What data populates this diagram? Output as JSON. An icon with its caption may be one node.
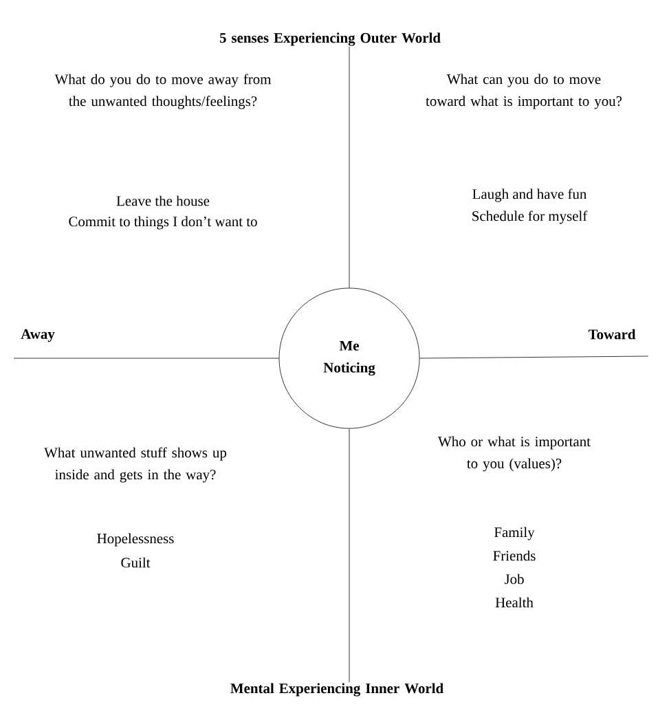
{
  "diagram": {
    "nodes": [
      {
        "text": [
          "5 senses Experiencing Outer World"
        ]
      },
      {
        "text": [
          "Away"
        ]
      },
      {
        "text": [
          "Me Noticing"
        ]
      },
      {
        "text": [
          "Toward"
        ]
      },
      {
        "text": [
          "Mental Experiencing Inner World"
        ]
      }
    ],
    "edges": [
      {
        "from": 2,
        "to": 0,
        "arrow": "none"
      },
      {
        "from": 2,
        "to": 1,
        "arrow": "none"
      },
      {
        "from": 2,
        "to": 3,
        "arrow": "none"
      },
      {
        "from": 2,
        "to": 4,
        "arrow": "none"
      }
    ],
    "labels": [
      "What do you do to move away from the unwanted thoughts/feelings?",
      "Leave the house",
      "Commit to things I don’t want to",
      "What can you do to move toward what is important to you?",
      "Laugh and have fun",
      "Schedule for myself",
      "What unwanted stuff shows up inside and gets in the way?",
      "Hopelessness",
      "Guilt",
      "Who or what is important to you (values)?",
      "Family",
      "Friends",
      "Job",
      "Health"
    ]
  }
}
